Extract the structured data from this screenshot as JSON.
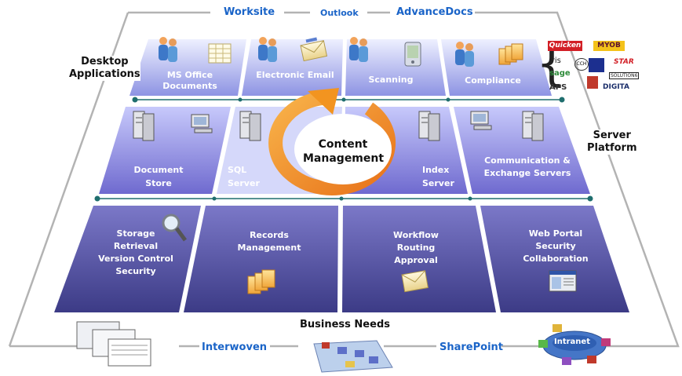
{
  "top_bar": {
    "left": "Worksite",
    "center": "Outlook",
    "right": "AdvanceDocs"
  },
  "bottom_bar": {
    "left": "Interwoven",
    "center": "Business Needs",
    "right": "SharePoint"
  },
  "side_labels": {
    "left_top": [
      "Desktop",
      "Applications"
    ],
    "right_middle": [
      "Server",
      "Platform"
    ]
  },
  "center_badge": [
    "Content",
    "Management"
  ],
  "rows": {
    "desktop": [
      [
        "MS Office",
        "Documents"
      ],
      [
        "Electronic Email"
      ],
      [
        "Scanning"
      ],
      [
        "Compliance"
      ]
    ],
    "server": [
      [
        "Document",
        "Store"
      ],
      [
        "SQL",
        "Server"
      ],
      [
        "Index",
        "Server"
      ],
      [
        "Communication &",
        "Exchange Servers"
      ]
    ],
    "business": [
      [
        "Storage",
        "Retrieval",
        "Version Control",
        "Security"
      ],
      [
        "Records",
        "Management"
      ],
      [
        "Workflow",
        "Routing",
        "Approval"
      ],
      [
        "Web Portal",
        "Security",
        "Collaboration"
      ]
    ]
  },
  "logos": [
    "Quicken",
    "MYOB",
    "iris",
    "CCH",
    "STAR",
    "sage",
    "SOLUTION6",
    "APS",
    "DIGITA"
  ],
  "intranet_label": "Intranet",
  "icons": [
    "people-icon",
    "document-icon",
    "envelope-icon",
    "pda-icon",
    "folders-icon",
    "server-icon",
    "computer-icon",
    "magnifier-icon",
    "browser-window-icon",
    "screens-icon",
    "network-icon",
    "intranet-icon",
    "cycle-arrow-icon"
  ],
  "colors": {
    "frame": "#b8b8b8",
    "label_blue": "#1a64c8",
    "tile_light": "#c4ccf6",
    "tile_mid": "#8f8ee6",
    "tile_dark": "#4b4a9e",
    "cycle_orange": "#f29420",
    "divider": "#1f6e6e"
  }
}
